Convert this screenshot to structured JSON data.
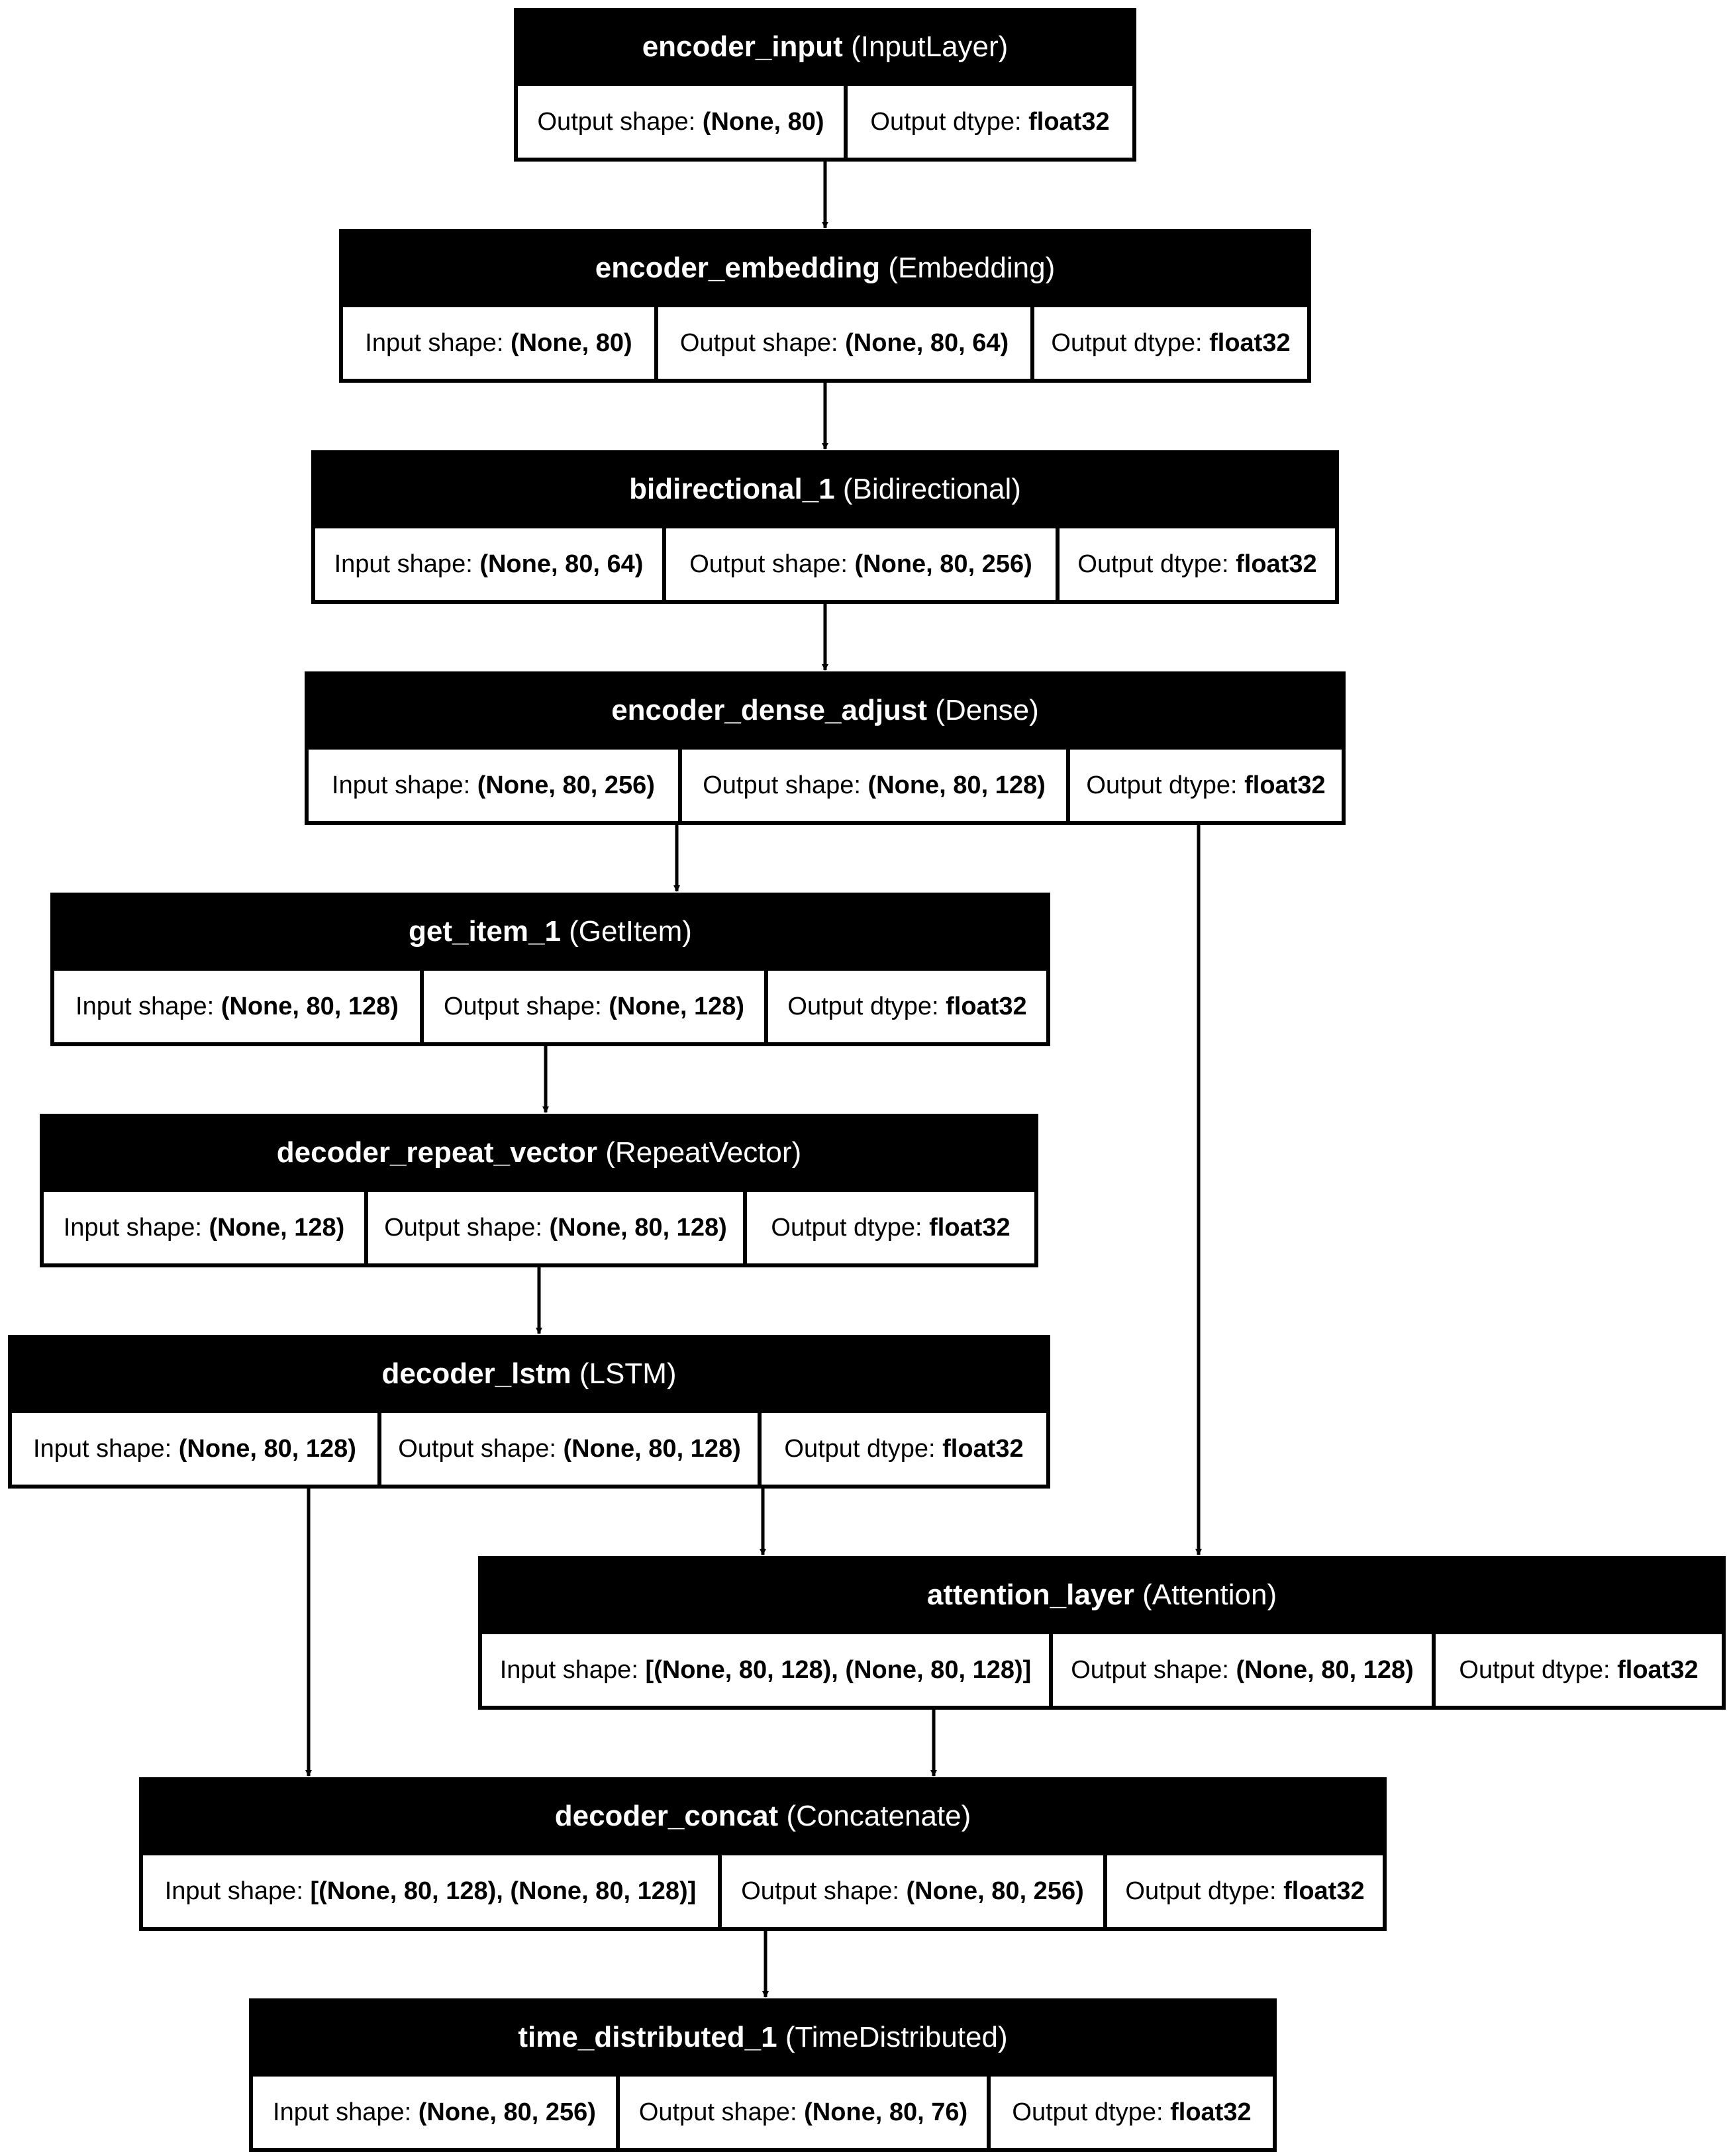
{
  "diagram": {
    "layers": [
      {
        "id": "encoder_input",
        "name": "encoder_input",
        "type": "(InputLayer)",
        "cells": [
          {
            "label": "Output shape: ",
            "value": "(None, 80)"
          },
          {
            "label": "Output dtype: ",
            "value": "float32"
          }
        ]
      },
      {
        "id": "encoder_embedding",
        "name": "encoder_embedding",
        "type": "(Embedding)",
        "cells": [
          {
            "label": "Input shape: ",
            "value": "(None, 80)"
          },
          {
            "label": "Output shape: ",
            "value": "(None, 80, 64)"
          },
          {
            "label": "Output dtype: ",
            "value": "float32"
          }
        ]
      },
      {
        "id": "bidirectional_1",
        "name": "bidirectional_1",
        "type": "(Bidirectional)",
        "cells": [
          {
            "label": "Input shape: ",
            "value": "(None, 80, 64)"
          },
          {
            "label": "Output shape: ",
            "value": "(None, 80, 256)"
          },
          {
            "label": "Output dtype: ",
            "value": "float32"
          }
        ]
      },
      {
        "id": "encoder_dense_adjust",
        "name": "encoder_dense_adjust",
        "type": "(Dense)",
        "cells": [
          {
            "label": "Input shape: ",
            "value": "(None, 80, 256)"
          },
          {
            "label": "Output shape: ",
            "value": "(None, 80, 128)"
          },
          {
            "label": "Output dtype: ",
            "value": "float32"
          }
        ]
      },
      {
        "id": "get_item_1",
        "name": "get_item_1",
        "type": "(GetItem)",
        "cells": [
          {
            "label": "Input shape: ",
            "value": "(None, 80, 128)"
          },
          {
            "label": "Output shape: ",
            "value": "(None, 128)"
          },
          {
            "label": "Output dtype: ",
            "value": "float32"
          }
        ]
      },
      {
        "id": "decoder_repeat_vector",
        "name": "decoder_repeat_vector",
        "type": "(RepeatVector)",
        "cells": [
          {
            "label": "Input shape: ",
            "value": "(None, 128)"
          },
          {
            "label": "Output shape: ",
            "value": "(None, 80, 128)"
          },
          {
            "label": "Output dtype: ",
            "value": "float32"
          }
        ]
      },
      {
        "id": "decoder_lstm",
        "name": "decoder_lstm",
        "type": "(LSTM)",
        "cells": [
          {
            "label": "Input shape: ",
            "value": "(None, 80, 128)"
          },
          {
            "label": "Output shape: ",
            "value": "(None, 80, 128)"
          },
          {
            "label": "Output dtype: ",
            "value": "float32"
          }
        ]
      },
      {
        "id": "attention_layer",
        "name": "attention_layer",
        "type": "(Attention)",
        "cells": [
          {
            "label": "Input shape: ",
            "value": "[(None, 80, 128), (None, 80, 128)]"
          },
          {
            "label": "Output shape: ",
            "value": "(None, 80, 128)"
          },
          {
            "label": "Output dtype: ",
            "value": "float32"
          }
        ]
      },
      {
        "id": "decoder_concat",
        "name": "decoder_concat",
        "type": "(Concatenate)",
        "cells": [
          {
            "label": "Input shape: ",
            "value": "[(None, 80, 128), (None, 80, 128)]"
          },
          {
            "label": "Output shape: ",
            "value": "(None, 80, 256)"
          },
          {
            "label": "Output dtype: ",
            "value": "float32"
          }
        ]
      },
      {
        "id": "time_distributed_1",
        "name": "time_distributed_1",
        "type": "(TimeDistributed)",
        "cells": [
          {
            "label": "Input shape: ",
            "value": "(None, 80, 256)"
          },
          {
            "label": "Output shape: ",
            "value": "(None, 80, 76)"
          },
          {
            "label": "Output dtype: ",
            "value": "float32"
          }
        ]
      }
    ],
    "edges": [
      {
        "from": "encoder_input",
        "to": "encoder_embedding"
      },
      {
        "from": "encoder_embedding",
        "to": "bidirectional_1"
      },
      {
        "from": "bidirectional_1",
        "to": "encoder_dense_adjust"
      },
      {
        "from": "encoder_dense_adjust",
        "to": "get_item_1"
      },
      {
        "from": "encoder_dense_adjust",
        "to": "attention_layer"
      },
      {
        "from": "get_item_1",
        "to": "decoder_repeat_vector"
      },
      {
        "from": "decoder_repeat_vector",
        "to": "decoder_lstm"
      },
      {
        "from": "decoder_lstm",
        "to": "decoder_concat"
      },
      {
        "from": "decoder_lstm",
        "to": "attention_layer"
      },
      {
        "from": "attention_layer",
        "to": "decoder_concat"
      },
      {
        "from": "decoder_concat",
        "to": "time_distributed_1"
      }
    ],
    "colors": {
      "node_fill": "#000000",
      "cell_fill": "#ffffff",
      "title_text": "#ffffff",
      "edge": "#000000"
    }
  }
}
